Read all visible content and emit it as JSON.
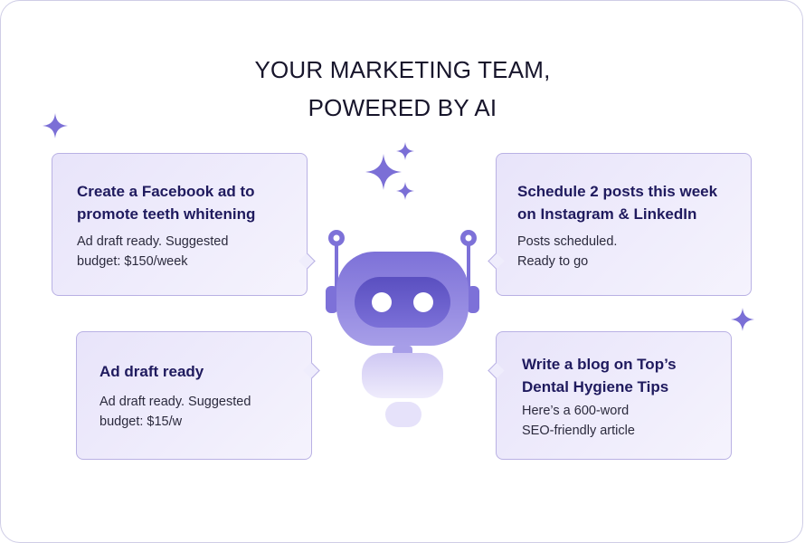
{
  "title": {
    "line1": "YOUR MARKETING TEAM,",
    "line2": "POWERED BY AI"
  },
  "cards": [
    {
      "heading_line1": "Create a Facebook ad to",
      "heading_line2": "promote teeth whitening",
      "body_line1": "Ad draft ready. Suggested",
      "body_line2": "budget: $150/week"
    },
    {
      "heading_line1": "Schedule 2 posts this week",
      "heading_line2": "on Instagram & LinkedIn",
      "body_line1": "Posts scheduled.",
      "body_line2": "Ready to go"
    },
    {
      "heading_line1": "Ad draft ready",
      "body_line1": "Ad draft ready. Suggested",
      "body_line2": "budget: $15/w"
    },
    {
      "heading_line1": "Write a blog on Top’s",
      "heading_line2": "Dental Hygiene Tips",
      "body_line1": "Here’s a 600-word",
      "body_line2": "SEO-friendly article"
    }
  ],
  "icons": {
    "sparkle": "sparkle-icon",
    "robot": "robot-icon"
  },
  "colors": {
    "accent": "#7b6fd6",
    "heading": "#1f1a5e",
    "card_border": "#b9b1e4"
  }
}
